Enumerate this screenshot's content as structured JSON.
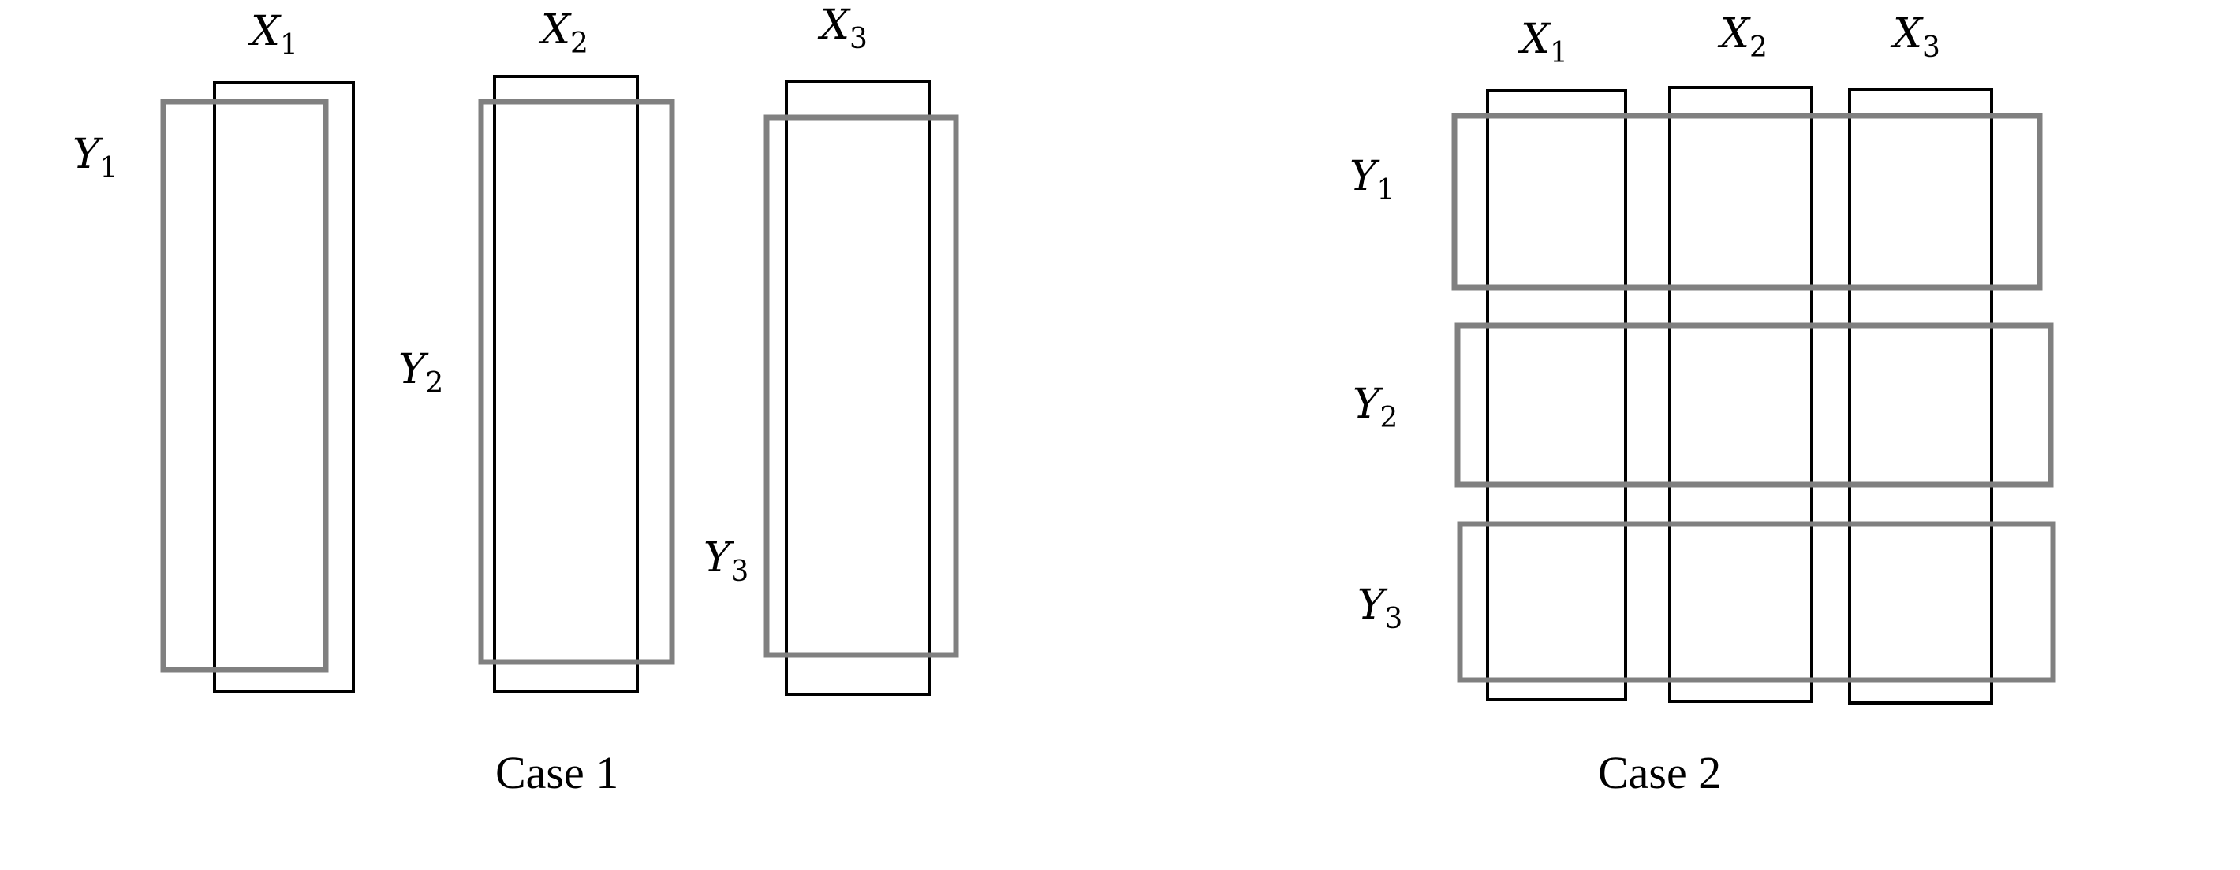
{
  "colors": {
    "x_box_stroke": "#000000",
    "y_box_stroke": "#808080",
    "background": "#ffffff"
  },
  "case1": {
    "caption": "Case 1",
    "x_labels": [
      {
        "letter": "X",
        "sub": "1"
      },
      {
        "letter": "X",
        "sub": "2"
      },
      {
        "letter": "X",
        "sub": "3"
      }
    ],
    "y_labels": [
      {
        "letter": "Y",
        "sub": "1"
      },
      {
        "letter": "Y",
        "sub": "2"
      },
      {
        "letter": "Y",
        "sub": "3"
      }
    ]
  },
  "case2": {
    "caption": "Case 2",
    "x_labels": [
      {
        "letter": "X",
        "sub": "1"
      },
      {
        "letter": "X",
        "sub": "2"
      },
      {
        "letter": "X",
        "sub": "3"
      }
    ],
    "y_labels": [
      {
        "letter": "Y",
        "sub": "1"
      },
      {
        "letter": "Y",
        "sub": "2"
      },
      {
        "letter": "Y",
        "sub": "3"
      }
    ]
  }
}
